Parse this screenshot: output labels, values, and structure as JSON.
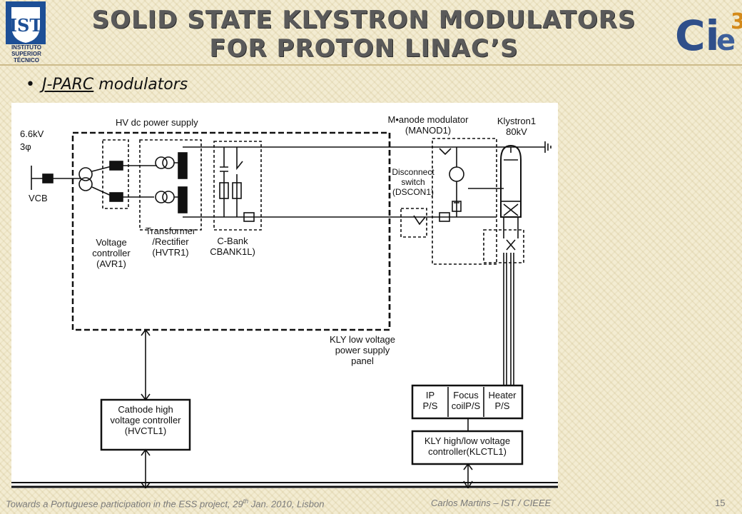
{
  "slide": {
    "title_line1": "SOLID STATE KLYSTRON MODULATORS",
    "title_line2": "FOR PROTON LINAC’S",
    "bullet_link": "J-PARC",
    "bullet_text": "modulators"
  },
  "logos": {
    "ist_line1": "INSTITUTO",
    "ist_line2": "SUPERIOR",
    "ist_line3": "TÉCNICO"
  },
  "diagram": {
    "supply_voltage": "6.6kV",
    "supply_phase": "3φ",
    "vcb": "VCB",
    "hv_dc": "HV dc power supply",
    "avr1_line1": "Voltage",
    "avr1_line2": "controller",
    "avr1_line3": "(AVR1)",
    "hvtr1_line1": "Transformer",
    "hvtr1_line2": "/Rectifier",
    "hvtr1_line3": "(HVTR1)",
    "cbank_line1": "C-Bank",
    "cbank_line2": "CBANK1L)",
    "manod_line1": "M•anode modulator",
    "manod_line2": "(MANOD1)",
    "klystron_line1": "Klystron1",
    "klystron_line2": "80kV",
    "dscon_line1": "Disconnect",
    "dscon_line2": "switch",
    "dscon_line3": "(DSCON1)",
    "kly_lv_line1": "KLY low voltage",
    "kly_lv_line2": "power supply",
    "kly_lv_line3": "panel",
    "hvctl_line1": "Cathode high",
    "hvctl_line2": "voltage controller",
    "hvctl_line3": "(HVCTL1)",
    "ip_line1": "IP",
    "ip_line2": "P/S",
    "focus_line1": "Focus",
    "focus_line2": "coilP/S",
    "heater_line1": "Heater",
    "heater_line2": "P/S",
    "klctl_line1": "KLY high/low voltage",
    "klctl_line2": "controller(KLCTL1)"
  },
  "footer": {
    "event_prefix": "Towards a Portuguese participation in the ESS project, 29",
    "event_sup": "th",
    "event_suffix": " Jan. 2010, Lisbon",
    "author": "Carlos Martins – IST / CIEEE",
    "page": "15"
  }
}
